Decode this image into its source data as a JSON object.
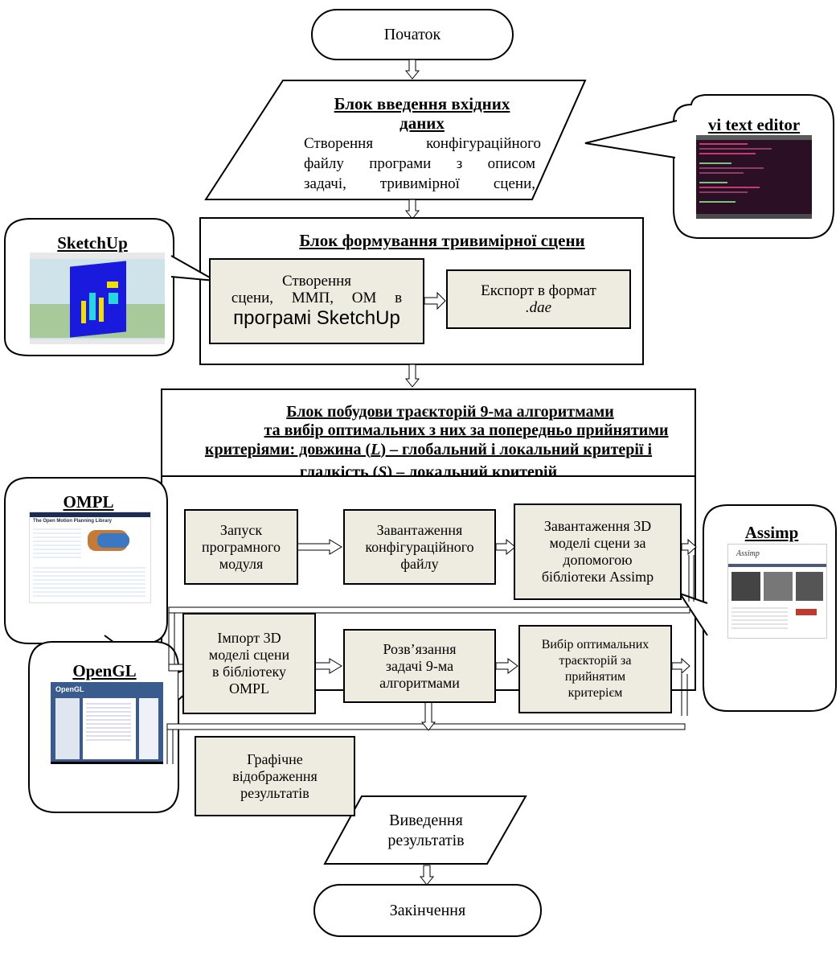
{
  "start": "Початок",
  "end": "Закінчення",
  "input_block": {
    "title_line1": "Блок введення вхідних",
    "title_line2": "даних",
    "text_line1": "Створення конфігураційного",
    "text_line2": "файлу програми з описом",
    "text_line3": "задачі, тривимірної сцени,"
  },
  "scene_block": {
    "title": "Блок формування тривимірної сцени",
    "create_line1": "Створення",
    "create_line2": "сцени, ММП, ОМ в",
    "create_line3": "програмі SketchUp",
    "export_line1": "Експорт в формат",
    "export_line2": ".dae"
  },
  "traj_block": {
    "title_line1": "Блок побудови траєкторій 9-ма алгоритмами",
    "title_line2": "та вибір оптимальних з них за попередньо прийнятими",
    "title_line3": "критеріями: довжина (L) – глобальний і локальний критерії і",
    "title_line4": "гладкість (S) – локальний критерій"
  },
  "process": {
    "launch": [
      "Запуск",
      "програмного",
      "модуля"
    ],
    "load_config": [
      "Завантаження",
      "конфігураційного",
      "файлу"
    ],
    "load_model": [
      "Завантаження 3D",
      "моделі сцени за",
      "допомогою",
      "бібліотеки Assimp"
    ],
    "import": [
      "Імпорт 3D",
      "моделі сцени",
      "в бібліотеку",
      "OMPL"
    ],
    "solve": [
      "Розв’язання",
      "задачі 9-ма",
      "алгоритмами"
    ],
    "choose": [
      "Вибір оптимальних",
      "траєкторій за",
      "прийнятим",
      "критерієм"
    ],
    "display": [
      "Графічне",
      "відображення",
      "результатів"
    ]
  },
  "output": [
    "Виведення",
    "результатів"
  ],
  "callouts": {
    "vi": "vi text editor",
    "sketchup": "SketchUp",
    "ompl": "OMPL",
    "assimp": "Assimp",
    "opengl": "OpenGL"
  },
  "shots": {
    "ompl_heading": "The Open Motion Planning Library",
    "assimp_heading": "Assimp",
    "opengl_logo": "OpenGL"
  },
  "colors": {
    "process_fill": "#eeece1",
    "terminal_bg": "#2b0f24",
    "sketchup_sky": "#cfe3ea",
    "sketchup_ground": "#a8c99a",
    "sketchup_box": "#1a1adf",
    "opengl_bg": "#3a5b8e"
  }
}
